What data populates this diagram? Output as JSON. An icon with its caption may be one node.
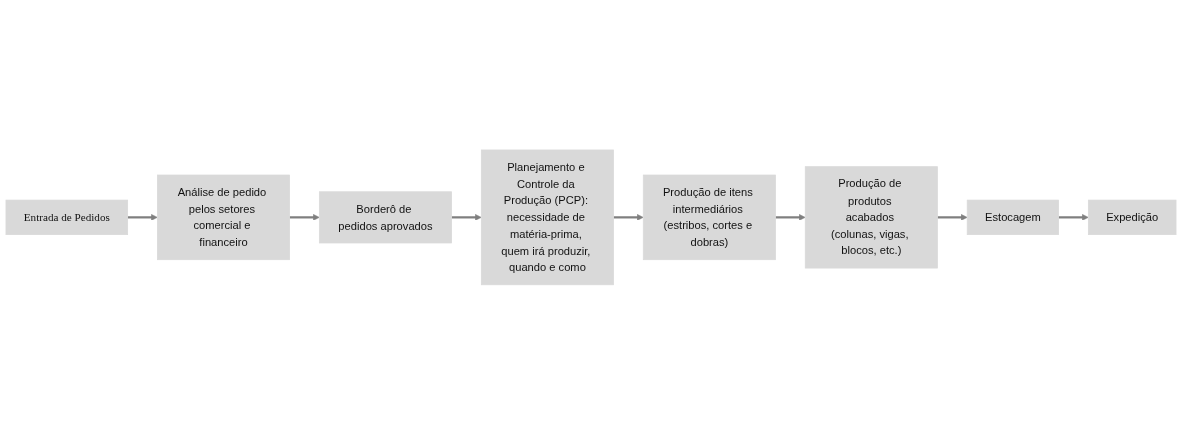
{
  "diagram": {
    "nodes": [
      {
        "text": [
          "Entrada de Pedidos"
        ]
      },
      {
        "text": [
          "Análise de pedido pelos setores comercial e financeiro"
        ]
      },
      {
        "text": [
          "Borderô de pedidos aprovados"
        ]
      },
      {
        "text": [
          "Planejamento e Controle da Produção (PCP): necessidade de matéria-prima, quem irá produzir, quando e como"
        ]
      },
      {
        "text": [
          "Produção de itens intermediários (estribos, cortes e dobras)"
        ]
      },
      {
        "text": [
          "Produção de produtos acabados (colunas, vigas, blocos, etc.)"
        ]
      },
      {
        "text": [
          "Estocagem"
        ]
      },
      {
        "text": [
          "Expedição"
        ]
      }
    ],
    "edges": [
      {
        "from": 0,
        "to": 1,
        "arrow": "to"
      },
      {
        "from": 1,
        "to": 2,
        "arrow": "to"
      },
      {
        "from": 2,
        "to": 3,
        "arrow": "to"
      },
      {
        "from": 3,
        "to": 4,
        "arrow": "to"
      },
      {
        "from": 4,
        "to": 5,
        "arrow": "to"
      },
      {
        "from": 5,
        "to": 6,
        "arrow": "to"
      },
      {
        "from": 6,
        "to": 7,
        "arrow": "to"
      }
    ]
  }
}
